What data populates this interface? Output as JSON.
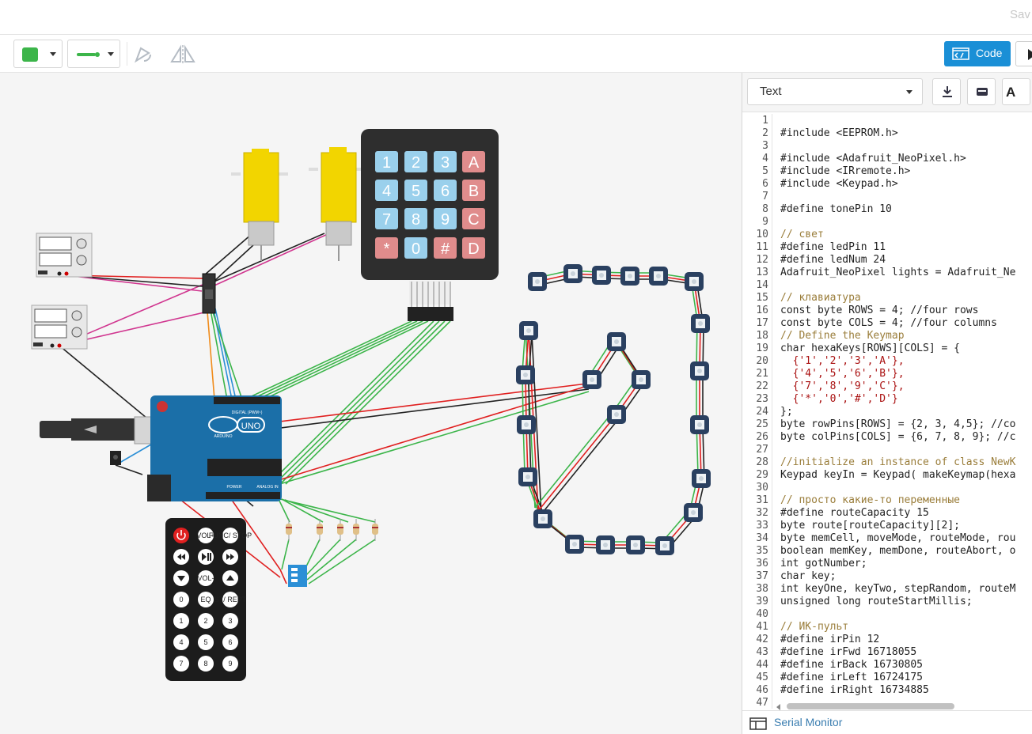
{
  "topbar": {
    "save_text": "Sav"
  },
  "toolbar": {
    "color_dropdown": {
      "swatch_color": "#3cb54a"
    },
    "line_dropdown": {
      "swatch_color": "#3cb54a"
    },
    "code_button": "Code"
  },
  "code_panel": {
    "mode_dropdown": "Text",
    "font_button": "A",
    "serial_monitor": "Serial Monitor",
    "lines": [
      {
        "n": "1",
        "t": "",
        "c": "df"
      },
      {
        "n": "2",
        "t": "#include <EEPROM.h>",
        "c": "df"
      },
      {
        "n": "3",
        "t": "",
        "c": "df"
      },
      {
        "n": "4",
        "t": "#include <Adafruit_NeoPixel.h>",
        "c": "df"
      },
      {
        "n": "5",
        "t": "#include <IRremote.h>",
        "c": "df"
      },
      {
        "n": "6",
        "t": "#include <Keypad.h>",
        "c": "df"
      },
      {
        "n": "7",
        "t": "",
        "c": "df"
      },
      {
        "n": "8",
        "t": "#define tonePin 10",
        "c": "df"
      },
      {
        "n": "9",
        "t": "",
        "c": "df"
      },
      {
        "n": "10",
        "t": "// свет",
        "c": "cm"
      },
      {
        "n": "11",
        "t": "#define ledPin 11",
        "c": "df"
      },
      {
        "n": "12",
        "t": "#define ledNum 24",
        "c": "df"
      },
      {
        "n": "13",
        "t": "Adafruit_NeoPixel lights = Adafruit_Ne",
        "c": "df"
      },
      {
        "n": "14",
        "t": "",
        "c": "df"
      },
      {
        "n": "15",
        "t": "// клавиатура",
        "c": "cm"
      },
      {
        "n": "16",
        "t": "const byte ROWS = 4; //four rows",
        "c": "df"
      },
      {
        "n": "17",
        "t": "const byte COLS = 4; //four columns",
        "c": "df"
      },
      {
        "n": "18",
        "t": "// Define the Keymap",
        "c": "cm"
      },
      {
        "n": "19",
        "t": "char hexaKeys[ROWS][COLS] = {",
        "c": "df"
      },
      {
        "n": "20",
        "t": "  {'1','2','3','A'},",
        "c": "st"
      },
      {
        "n": "21",
        "t": "  {'4','5','6','B'},",
        "c": "st"
      },
      {
        "n": "22",
        "t": "  {'7','8','9','C'},",
        "c": "st"
      },
      {
        "n": "23",
        "t": "  {'*','0','#','D'}",
        "c": "st"
      },
      {
        "n": "24",
        "t": "};",
        "c": "df"
      },
      {
        "n": "25",
        "t": "byte rowPins[ROWS] = {2, 3, 4,5}; //co",
        "c": "df"
      },
      {
        "n": "26",
        "t": "byte colPins[COLS] = {6, 7, 8, 9}; //c",
        "c": "df"
      },
      {
        "n": "27",
        "t": "",
        "c": "df"
      },
      {
        "n": "28",
        "t": "//initialize an instance of class NewK",
        "c": "cm"
      },
      {
        "n": "29",
        "t": "Keypad keyIn = Keypad( makeKeymap(hexa",
        "c": "df"
      },
      {
        "n": "30",
        "t": "",
        "c": "df"
      },
      {
        "n": "31",
        "t": "// просто какие-то переменные",
        "c": "cm"
      },
      {
        "n": "32",
        "t": "#define routeCapacity 15",
        "c": "df"
      },
      {
        "n": "33",
        "t": "byte route[routeCapacity][2];",
        "c": "df"
      },
      {
        "n": "34",
        "t": "byte memCell, moveMode, routeMode, rou",
        "c": "df"
      },
      {
        "n": "35",
        "t": "boolean memKey, memDone, routeAbort, o",
        "c": "df"
      },
      {
        "n": "36",
        "t": "int gotNumber;",
        "c": "df"
      },
      {
        "n": "37",
        "t": "char key;",
        "c": "df"
      },
      {
        "n": "38",
        "t": "int keyOne, keyTwo, stepRandom, routeM",
        "c": "df"
      },
      {
        "n": "39",
        "t": "unsigned long routeStartMillis;",
        "c": "df"
      },
      {
        "n": "40",
        "t": "",
        "c": "df"
      },
      {
        "n": "41",
        "t": "// ИК-пульт",
        "c": "cm"
      },
      {
        "n": "42",
        "t": "#define irPin 12",
        "c": "df"
      },
      {
        "n": "43",
        "t": "#define irFwd 16718055",
        "c": "df"
      },
      {
        "n": "44",
        "t": "#define irBack 16730805",
        "c": "df"
      },
      {
        "n": "45",
        "t": "#define irLeft 16724175",
        "c": "df"
      },
      {
        "n": "46",
        "t": "#define irRight 16734885",
        "c": "df"
      },
      {
        "n": "47",
        "t": "",
        "c": "df"
      }
    ]
  },
  "circuit": {
    "keypad_keys": [
      "1",
      "2",
      "3",
      "A",
      "4",
      "5",
      "6",
      "B",
      "7",
      "8",
      "9",
      "C",
      "*",
      "0",
      "#",
      "D"
    ],
    "arduino_labels": {
      "brand": "ARDUINO",
      "model": "UNO",
      "digital": "DIGITAL (PWM~)",
      "power": "POWER",
      "analog": "ANALOG IN"
    },
    "remote_buttons": {
      "vol_up": "VOL+",
      "func_stop": "FUNC/ STOP",
      "vol_down": "VOL-",
      "eq": "EQ",
      "st_rept": "ST/ REPT",
      "digits": [
        "0",
        "1",
        "2",
        "3",
        "4",
        "5",
        "6",
        "7",
        "8",
        "9"
      ]
    },
    "colors": {
      "wire_green": "#3cb54a",
      "wire_red": "#e02020",
      "wire_black": "#222222",
      "wire_magenta": "#d0358f",
      "wire_orange": "#f08c1c",
      "wire_blue": "#2b8fd6",
      "board": "#1b6fa8",
      "motor": "#f2d500",
      "key_num": "#9ad0ec",
      "key_letter": "#e08c8c",
      "neopixel": "#2a4060"
    }
  }
}
